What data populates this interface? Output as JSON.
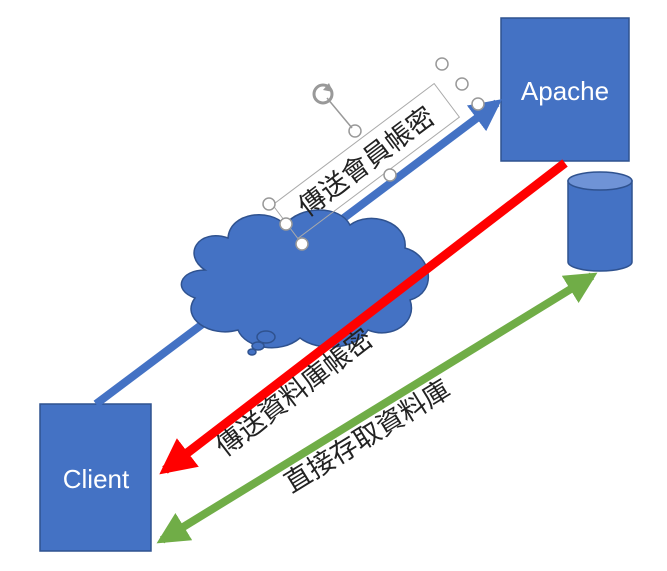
{
  "nodes": {
    "apache": {
      "label": "Apache"
    },
    "client": {
      "label": "Client"
    }
  },
  "edges": {
    "send_credentials": {
      "label": "傳送會員帳密"
    },
    "send_db_credentials": {
      "label": "傳送資料庫帳密"
    },
    "direct_db_access": {
      "label": "直接存取資料庫"
    }
  },
  "colors": {
    "node_fill": "#4472c4",
    "node_stroke": "#2f528f",
    "blue_arrow": "#4472c4",
    "red_arrow": "#ff0000",
    "green_arrow": "#70ad47",
    "selection_handle": "#999999"
  },
  "icons": [
    "cloud-icon",
    "database-icon",
    "rotate-handle-icon"
  ]
}
